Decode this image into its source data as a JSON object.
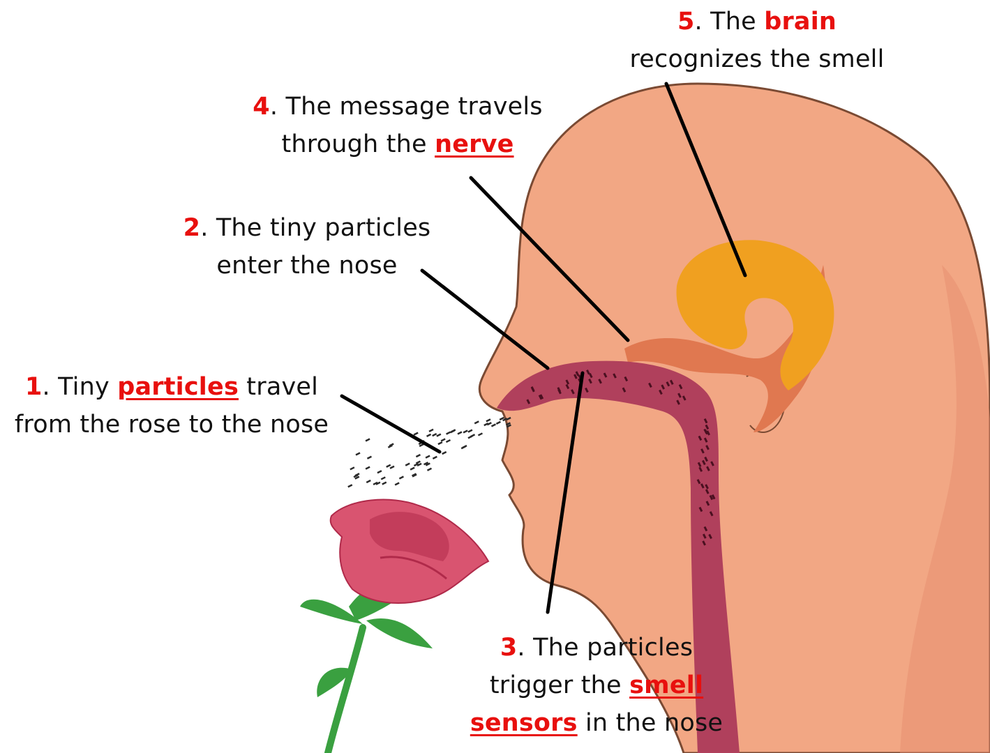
{
  "colors": {
    "skin": "#f2a784",
    "skin_shadow": "#e48c6c",
    "skin_outline": "#7a4a33",
    "brain": "#f0a020",
    "nerve": "#e07850",
    "nasal_cavity": "#b0405c",
    "particle": "#2a2a2a",
    "rose_petal": "#d95470",
    "rose_dark": "#b02a4a",
    "leaf": "#3aa040",
    "pointer": "#000000",
    "highlight_red": "#e8100e"
  },
  "steps": [
    {
      "number": "1",
      "line1_after_number": ". Tiny ",
      "keyword": "particles",
      "line1_tail": " travel",
      "line2": "from the rose to the nose"
    },
    {
      "number": "2",
      "line1_after_number": ". The tiny particles",
      "line2": "enter the nose"
    },
    {
      "number": "3",
      "line1_after_number": ". The particles",
      "line2_before": "trigger the ",
      "keyword_part1": "smell",
      "keyword_part2": "sensors",
      "line3_after": " in the nose"
    },
    {
      "number": "4",
      "line1_after_number": ". The message travels",
      "line2_before": "through the ",
      "keyword": "nerve"
    },
    {
      "number": "5",
      "line1_after_number": ". The ",
      "keyword": "brain",
      "line2": "recognizes the smell"
    }
  ]
}
